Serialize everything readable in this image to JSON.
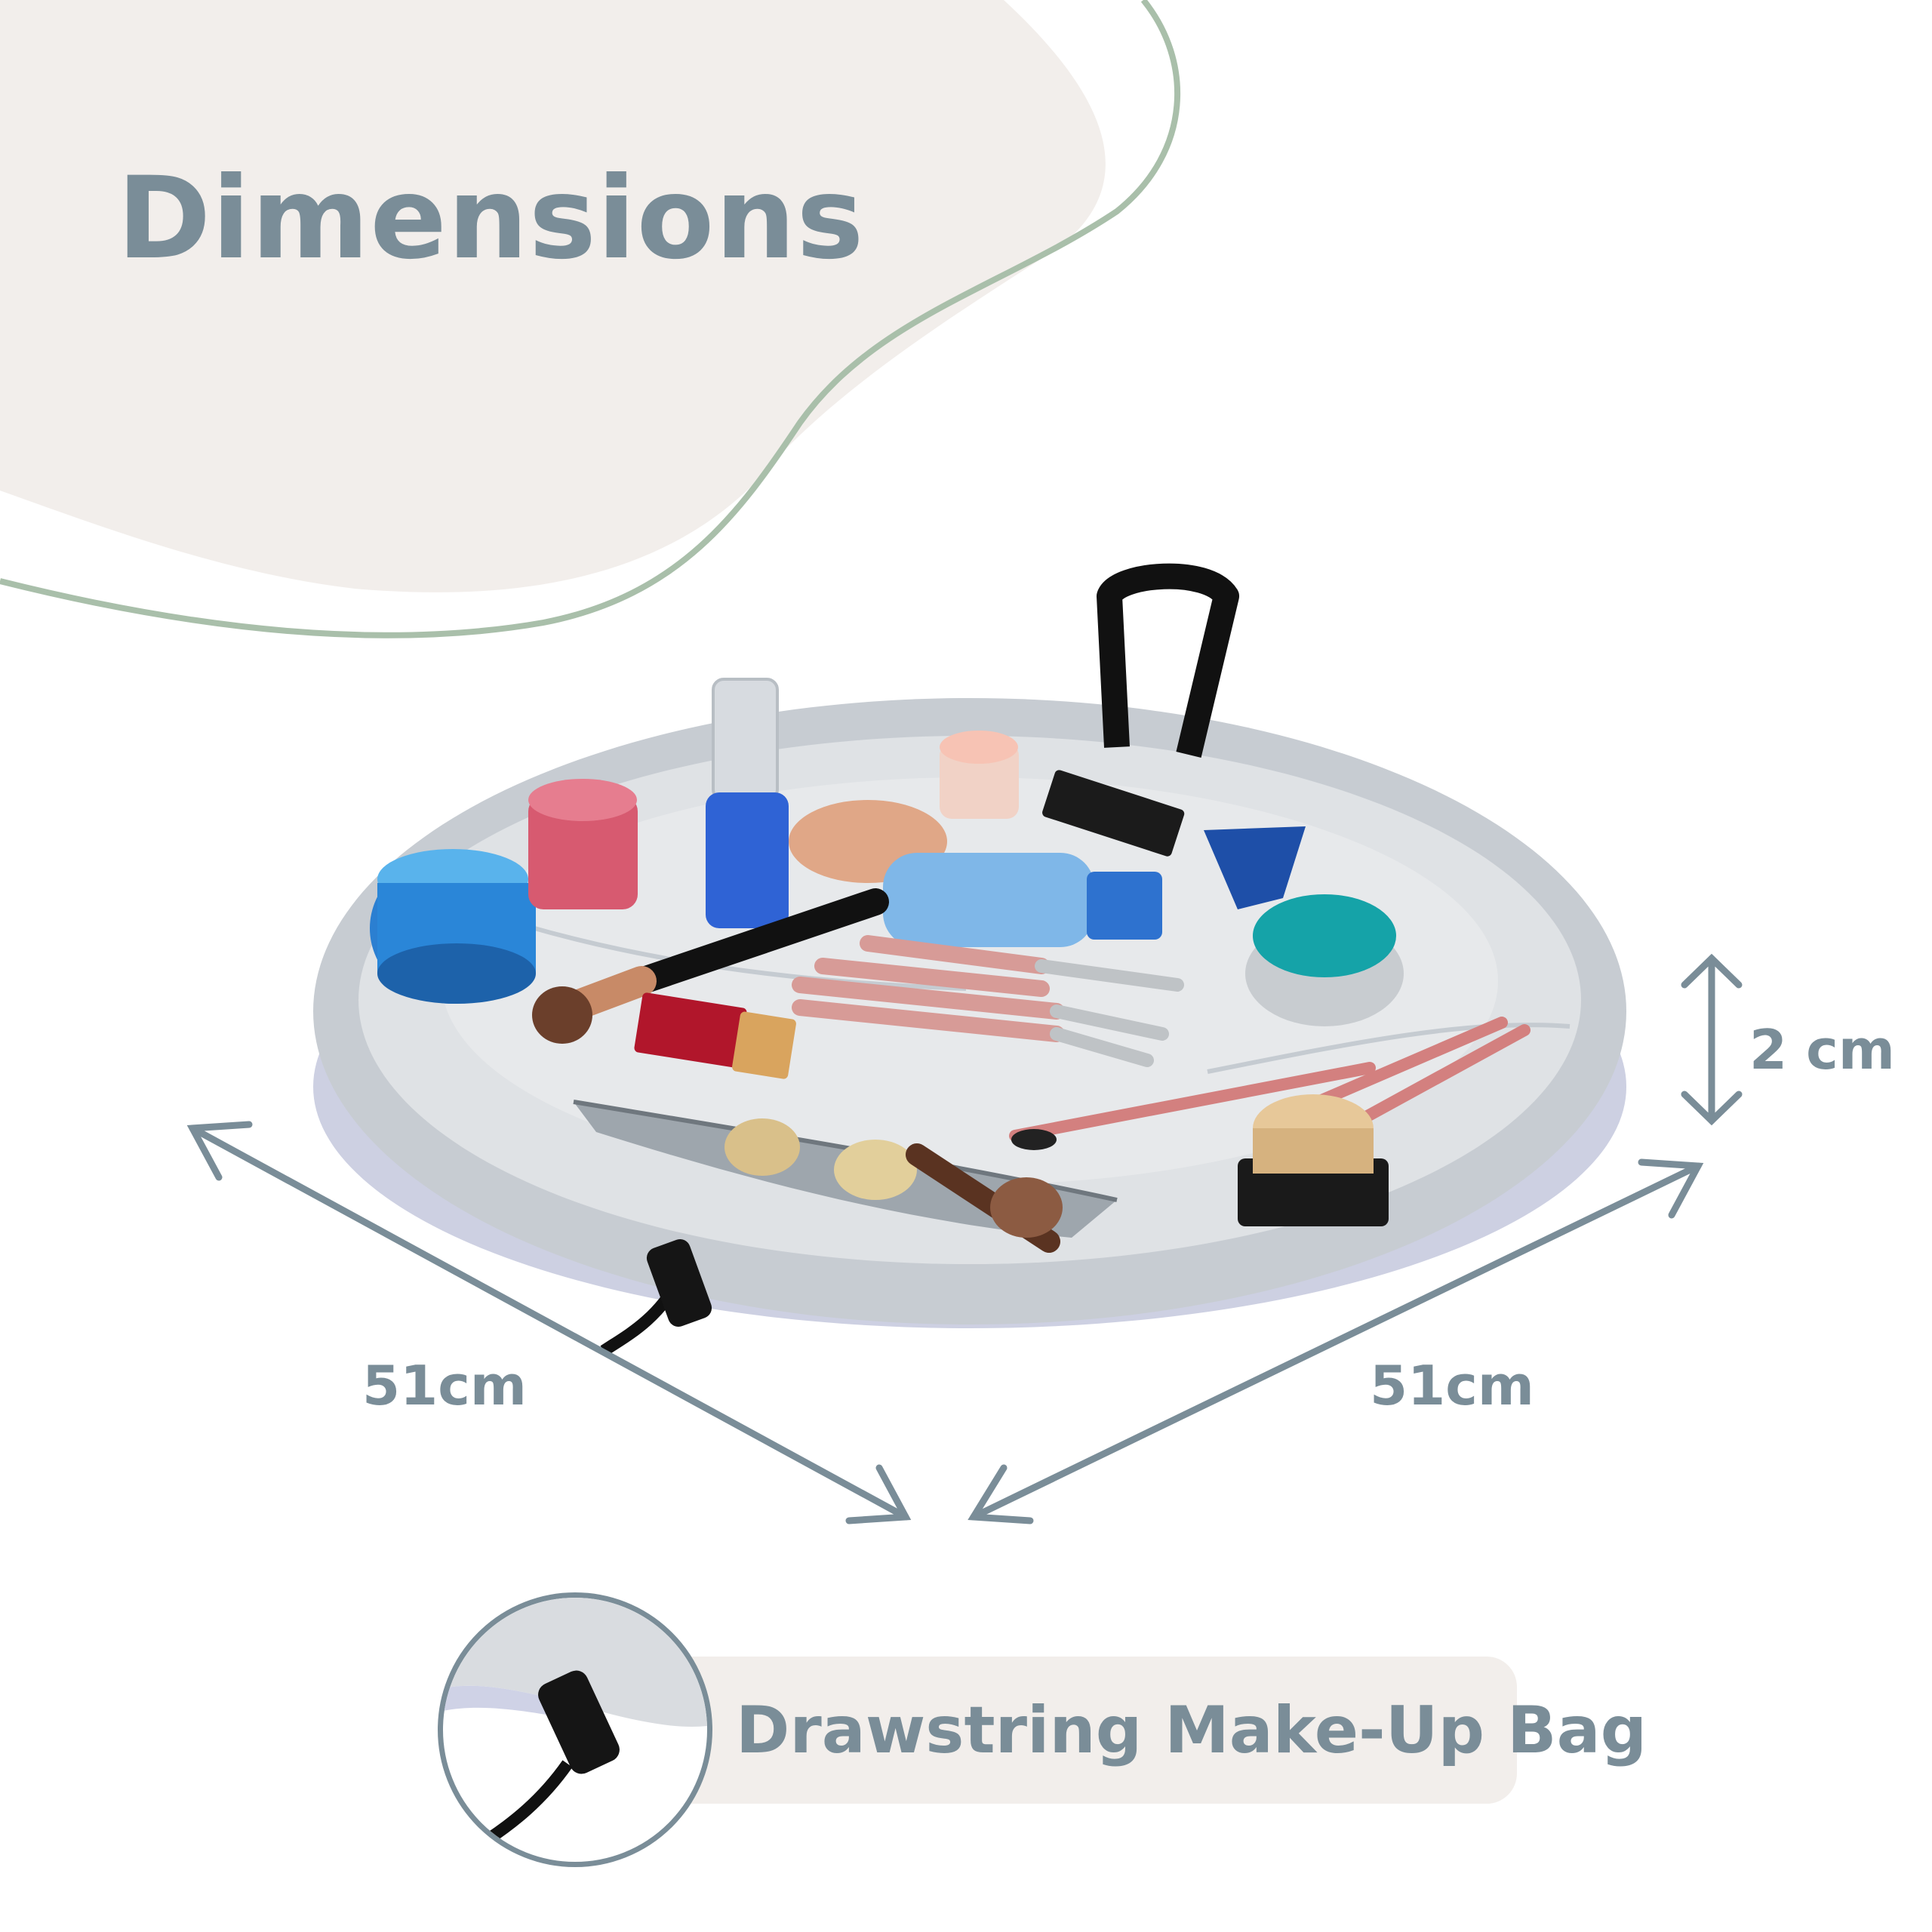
{
  "heading": "Dimensions",
  "measurements": {
    "width_left": "51cm",
    "width_right": "51cm",
    "height": "2 cm"
  },
  "caption": "Drawstring Make-Up Bag",
  "colors": {
    "accent_text": "#7a8d98",
    "blob_fill": "#f2eeeb",
    "blob_outline": "#a9bfaa",
    "mat_fabric": "#c9ced3"
  },
  "icons": [
    "double-arrow-icon",
    "vertical-double-arrow-icon",
    "drawstring-toggle-icon"
  ]
}
